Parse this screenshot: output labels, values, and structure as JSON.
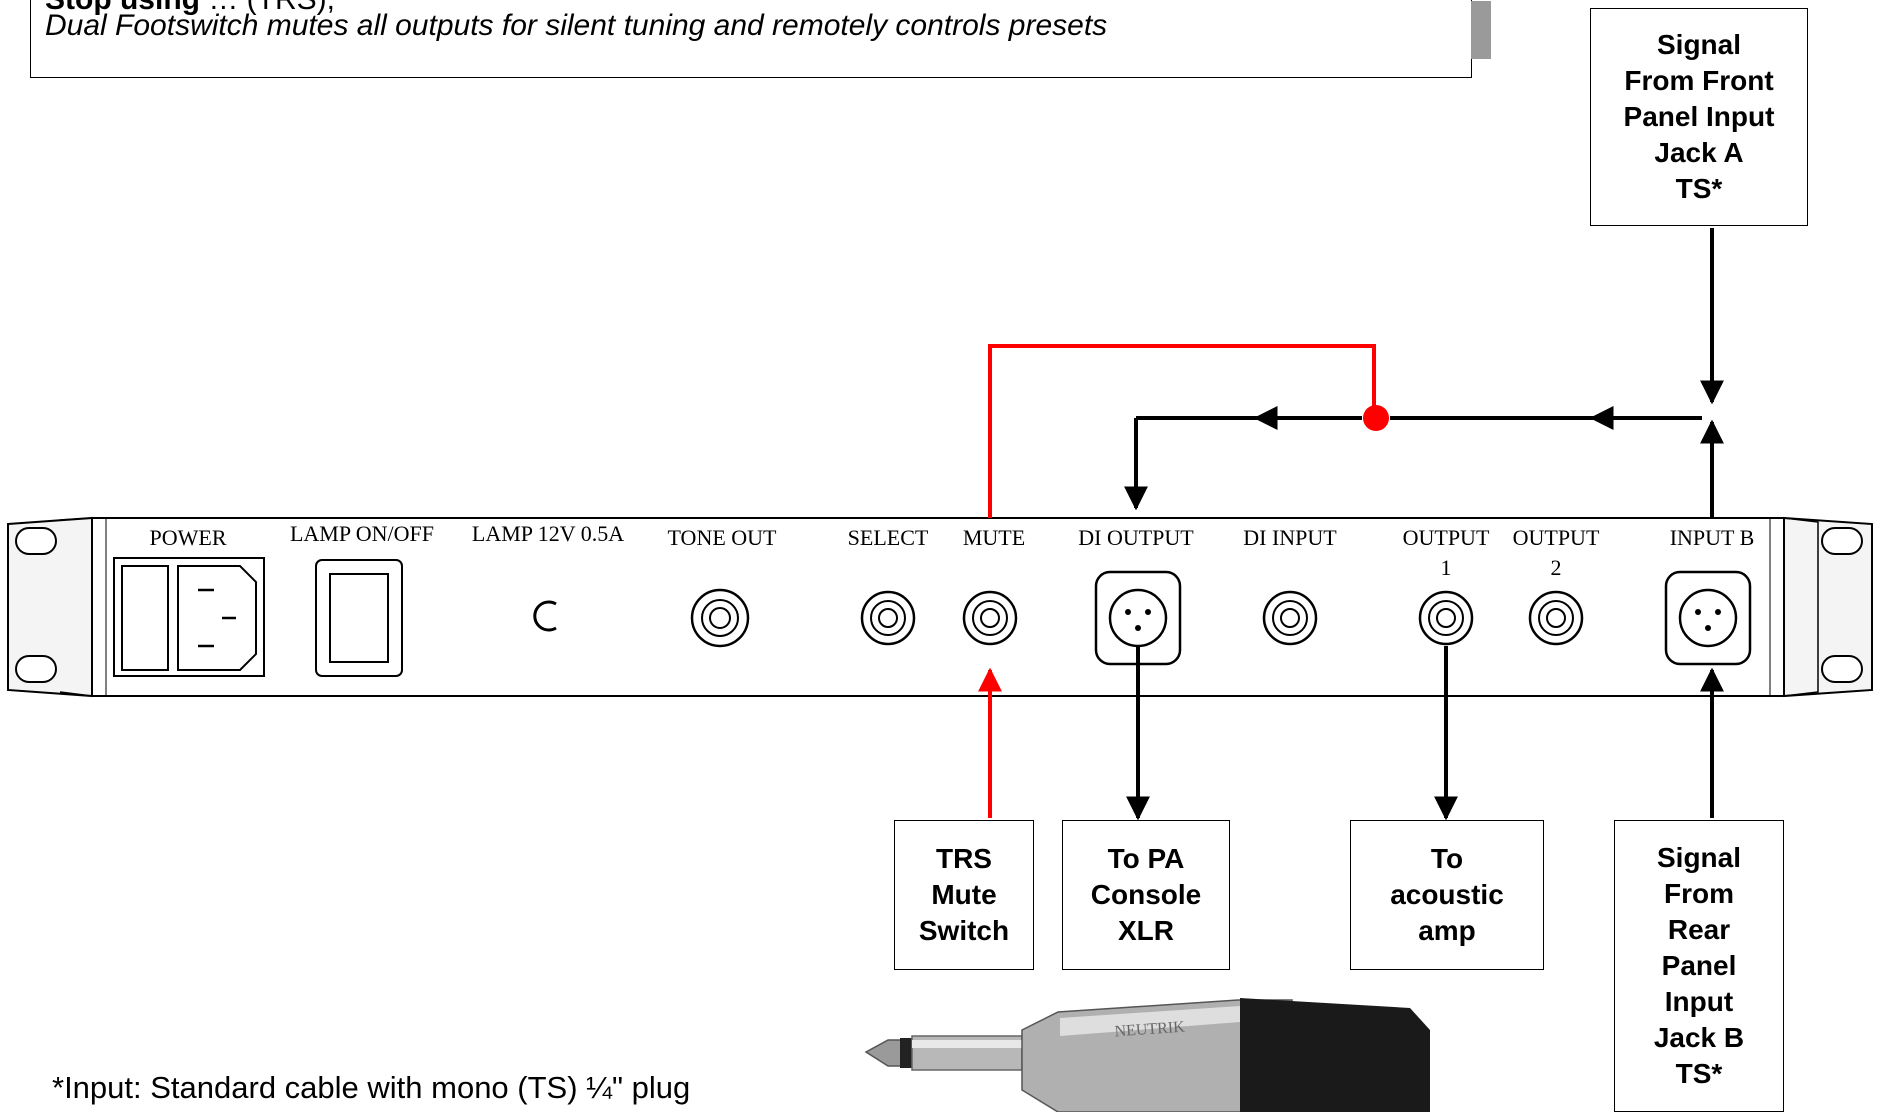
{
  "header": {
    "line1_bold": "Stop using",
    "line1_rest": "… (TRS),",
    "line2": "Dual Footswitch mutes all outputs for silent tuning and remotely controls presets"
  },
  "panel_labels": {
    "power": "POWER",
    "lamp_switch": "LAMP ON/OFF",
    "lamp_spec": "LAMP 12V 0.5A",
    "tone_out": "TONE OUT",
    "select": "SELECT",
    "mute": "MUTE",
    "di_output": "DI OUTPUT",
    "di_input": "DI INPUT",
    "output1": "OUTPUT",
    "output1_num": "1",
    "output2": "OUTPUT",
    "output2_num": "2",
    "input_b": "INPUT B"
  },
  "boxes": {
    "front_signal": "Signal\nFrom Front\nPanel Input\nJack A\nTS*",
    "mute_switch": "TRS\nMute\nSwitch",
    "pa_console": "To PA\nConsole\nXLR",
    "acoustic_amp": "To\nacoustic\namp",
    "rear_signal": "Signal\nFrom\nRear\nPanel\nInput\nJack B\nTS*"
  },
  "plug_brand": "NEUTRIK",
  "footnote": "*Input: Standard cable with mono (TS) ¼\" plug",
  "colors": {
    "signal_line": "#000000",
    "mute_line": "#ff0000",
    "junction": "#ff0000",
    "header_shadow": "#9a9a9a"
  }
}
